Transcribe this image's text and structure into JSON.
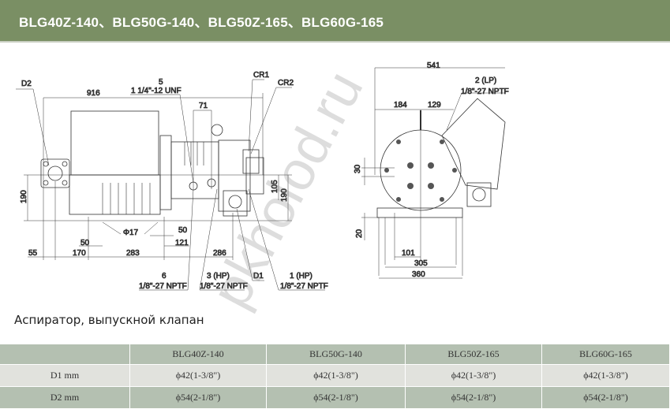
{
  "header": {
    "title": "BLG40Z-140、BLG50G-140、BLG50Z-165、BLG60G-165"
  },
  "drawing": {
    "side": {
      "d2": "D2",
      "len_916": "916",
      "port5": "5",
      "port5_thread": "1 1/4\"-12 UNF",
      "d71": "71",
      "cr1": "CR1",
      "cr2": "CR2",
      "d105": "105",
      "d190_right": "190",
      "d190_left": "190",
      "phi17": "Φ17",
      "d50a": "50",
      "d50b": "50",
      "d121": "121",
      "d55": "55",
      "d170": "170",
      "d283": "283",
      "d286": "286",
      "port6": "6",
      "port6_thread": "1/8\"-27 NPTF",
      "port3": "3 (HP)",
      "port3_thread": "1/8\"-27 NPTF",
      "d1": "D1",
      "port1": "1 (HP)",
      "port1_thread": "1/8\"-27 NPTF"
    },
    "end": {
      "d541": "541",
      "port2": "2 (LP)",
      "port2_thread": "1/8\"-27 NPTF",
      "d184": "184",
      "d129": "129",
      "d30": "30",
      "d20": "20",
      "d101": "101",
      "d305": "305",
      "d360": "360"
    }
  },
  "watermark": "pkholod.ru",
  "caption": "Аспиратор, выпускной клапан",
  "table": {
    "headers": [
      "",
      "BLG40Z-140",
      "BLG50G-140",
      "BLG50Z-165",
      "BLG60G-165"
    ],
    "rows": [
      [
        "D1 mm",
        "ϕ42(1-3/8\")",
        "ϕ42(1-3/8\")",
        "ϕ42(1-3/8\")",
        "ϕ42(1-3/8\")"
      ],
      [
        "D2 mm",
        "ϕ54(2-1/8\")",
        "ϕ54(2-1/8\")",
        "ϕ54(2-1/8\")",
        "ϕ54(2-1/8\")"
      ]
    ]
  }
}
